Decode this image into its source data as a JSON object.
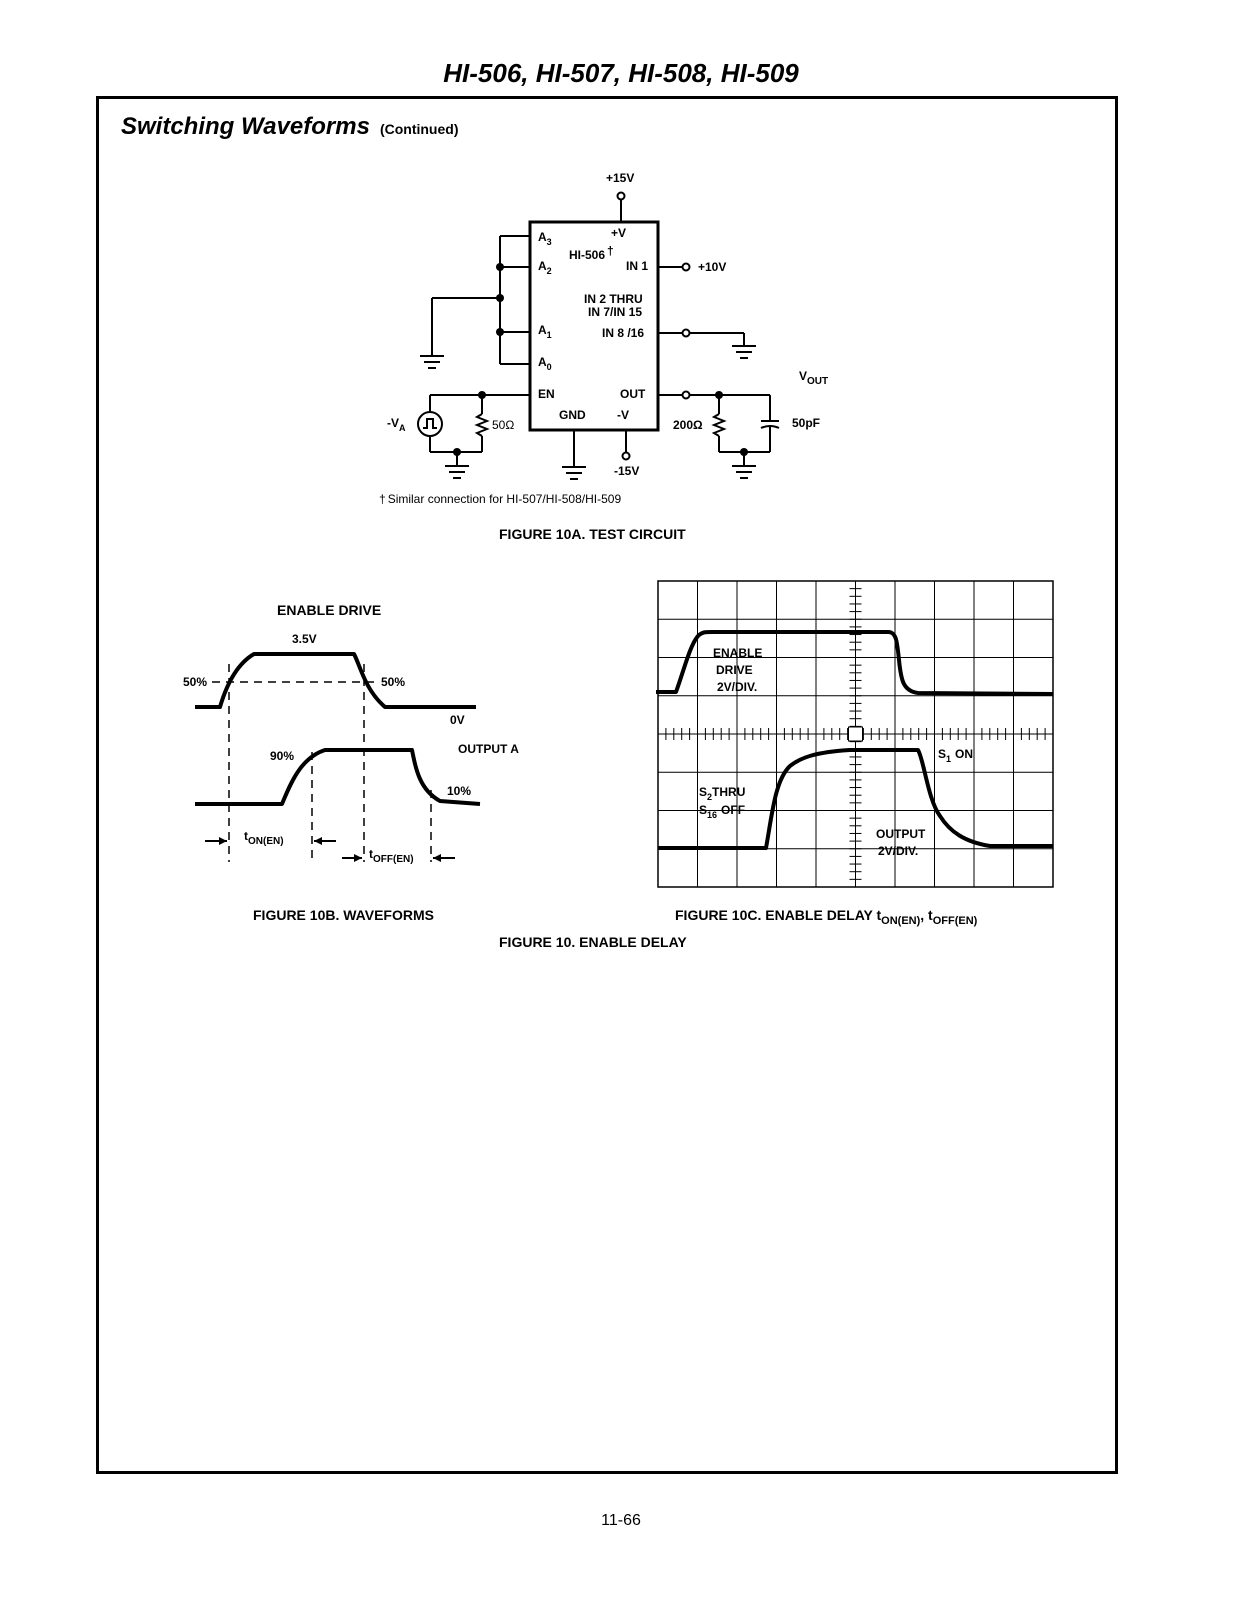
{
  "header": {
    "title": "HI-506, HI-507, HI-508, HI-509"
  },
  "section": {
    "title": "Switching Waveforms",
    "subtitle": "(Continued)"
  },
  "circuit": {
    "supply_pos": "+15V",
    "supply_neg": "-15V",
    "chip_name": "HI-506",
    "dagger": "†",
    "pins_left": [
      "A",
      "A",
      "A",
      "A",
      "EN"
    ],
    "pin_subs": [
      "3",
      "2",
      "1",
      "0"
    ],
    "pin_plus_v": "+V",
    "pin_in1": "IN 1",
    "pin_in2_line1": "IN 2 THRU",
    "pin_in2_line2": "IN 7/IN 15",
    "pin_in8": "IN 8 /16",
    "pin_out": "OUT",
    "pin_gnd": "GND",
    "pin_neg_v": "-V",
    "in1_voltage": "+10V",
    "vout_label": "V",
    "vout_sub": "OUT",
    "source_label": "-V",
    "source_sub": "A",
    "r_source": "50Ω",
    "r_load": "200Ω",
    "c_load": "50pF",
    "footnote": "Similar connection for HI-507/HI-508/HI-509",
    "caption": "FIGURE 10A.  TEST CIRCUIT"
  },
  "waveforms": {
    "enable_drive_title": "ENABLE DRIVE",
    "level_high": "3.5V",
    "pct_50_left": "50%",
    "pct_50_right": "50%",
    "level_zero": "0V",
    "output_title": "OUTPUT A",
    "pct_90": "90%",
    "pct_10": "10%",
    "t_on": "t",
    "t_on_sub": "ON(EN)",
    "t_off": "t",
    "t_off_sub": "OFF(EN)",
    "caption": "FIGURE 10B.  WAVEFORMS"
  },
  "scope": {
    "enable_label_1": "ENABLE",
    "enable_label_2": "DRIVE",
    "enable_label_3": "2V/DIV.",
    "s1_label": "S",
    "s1_sub": "1",
    "s1_state": "ON",
    "s2_label": "S",
    "s2_sub": "2",
    "s2_rest": "THRU",
    "s16_label": "S",
    "s16_sub": "16",
    "s16_state": "OFF",
    "output_label_1": "OUTPUT",
    "output_label_2": "2V/DIV.",
    "caption_main": "FIGURE 10C.  ENABLE DELAY t",
    "caption_sub1": "ON(EN)",
    "caption_sep": ", t",
    "caption_sub2": "OFF(EN)"
  },
  "figure_caption": "FIGURE 10.  ENABLE DELAY",
  "page_number": "11-66"
}
